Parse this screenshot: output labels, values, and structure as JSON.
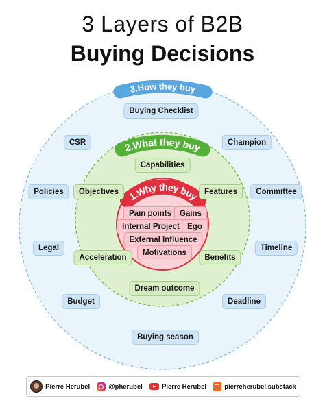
{
  "title": {
    "line1": "3 Layers of B2B",
    "line2": "Buying Decisions"
  },
  "layers": {
    "outer": {
      "label": "3.How they buy",
      "items": [
        "Buying Checklist",
        "CSR",
        "Champion",
        "Policies",
        "Committee",
        "Legal",
        "Timeline",
        "Budget",
        "Deadline",
        "Buying season"
      ]
    },
    "middle": {
      "label": "2.What they buy",
      "items": [
        "Capabilities",
        "Objectives",
        "Features",
        "Acceleration",
        "Benefits",
        "Dream outcome"
      ]
    },
    "inner": {
      "label": "1.Why they buy",
      "items": [
        "Pain points",
        "Gains",
        "Internal Project",
        "Ego",
        "External Influence",
        "Motivations"
      ]
    }
  },
  "colors": {
    "outer_fill": "#eaf4fb",
    "outer_stroke": "#7ab6e0",
    "middle_fill": "#def0cf",
    "middle_stroke": "#6fbf4a",
    "inner_fill": "#f9d3d8",
    "inner_stroke": "#e0303f",
    "outer_banner": "#5aa6df",
    "middle_banner": "#55b038",
    "inner_banner": "#e0303f"
  },
  "footer": {
    "name": "Pierre Herubel",
    "instagram": "@pherubel",
    "youtube": "Pierre Herubel",
    "substack": "pierreherubel.substack"
  }
}
